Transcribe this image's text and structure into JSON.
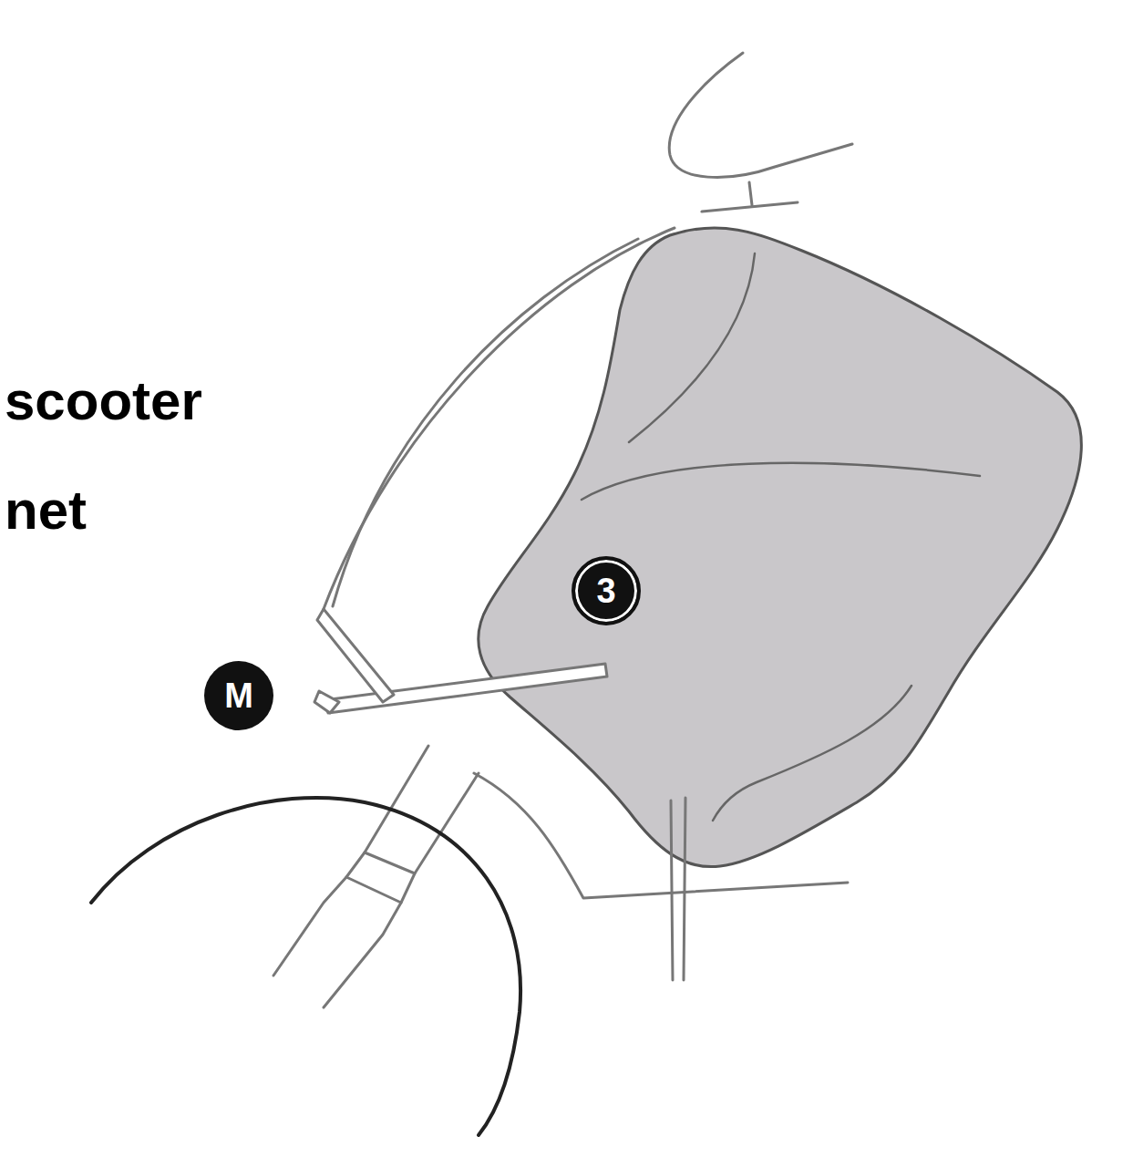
{
  "diagram": {
    "labels": [
      "scooter",
      "net",
      "3",
      "M"
    ]
  }
}
